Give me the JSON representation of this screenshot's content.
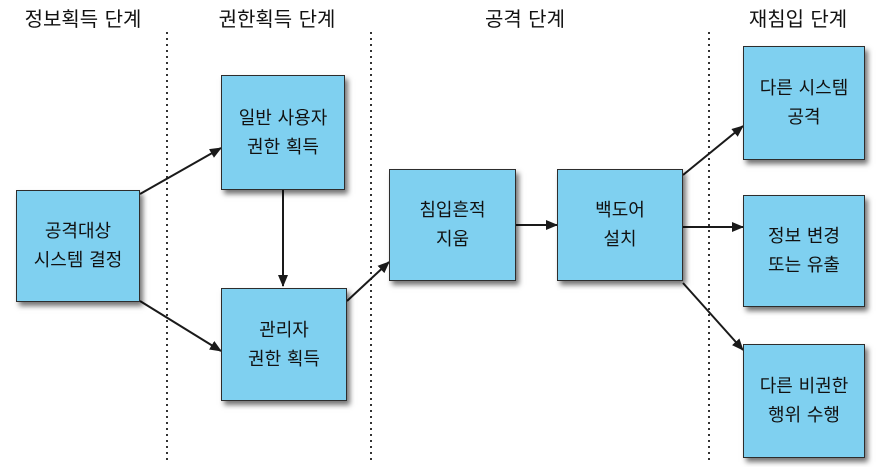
{
  "phases": [
    "정보획득 단계",
    "권한획득 단계",
    "공격 단계",
    "재침입 단계"
  ],
  "nodes": {
    "target_select": [
      "공격대상",
      "시스템 결정"
    ],
    "user_privilege": [
      "일반 사용자",
      "권한 획득"
    ],
    "admin_privilege": [
      "관리자",
      "권한 획득"
    ],
    "erase_traces": [
      "침입흔적",
      "지움"
    ],
    "backdoor": [
      "백도어",
      "설치"
    ],
    "attack_other": [
      "다른 시스템",
      "공격"
    ],
    "modify_leak": [
      "정보 변경",
      "또는 유출"
    ],
    "other_misconduct": [
      "다른 비권한",
      "행위 수행"
    ]
  },
  "colors": {
    "node_fill": "#7fd0f0",
    "node_border": "#2d2d2d",
    "arrow": "#1a1a1a",
    "divider": "#333333"
  }
}
